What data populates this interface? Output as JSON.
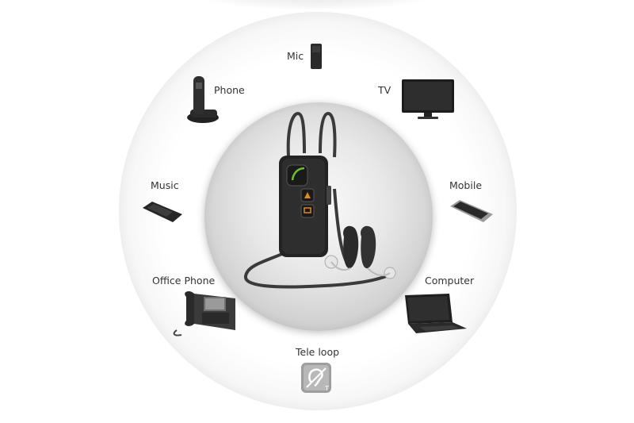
{
  "devices": {
    "mic": {
      "label": "Mic"
    },
    "phone": {
      "label": "Phone"
    },
    "tv": {
      "label": "TV"
    },
    "music": {
      "label": "Music"
    },
    "mobile": {
      "label": "Mobile"
    },
    "office_phone": {
      "label": "Office Phone"
    },
    "computer": {
      "label": "Computer"
    },
    "tele_loop": {
      "label": "Tele loop",
      "icon_letter": "T"
    }
  },
  "colors": {
    "device_dark": "#2a2a2a",
    "label_text": "#333333",
    "accent_green": "#6fbf2a",
    "accent_orange": "#e08a1e"
  }
}
